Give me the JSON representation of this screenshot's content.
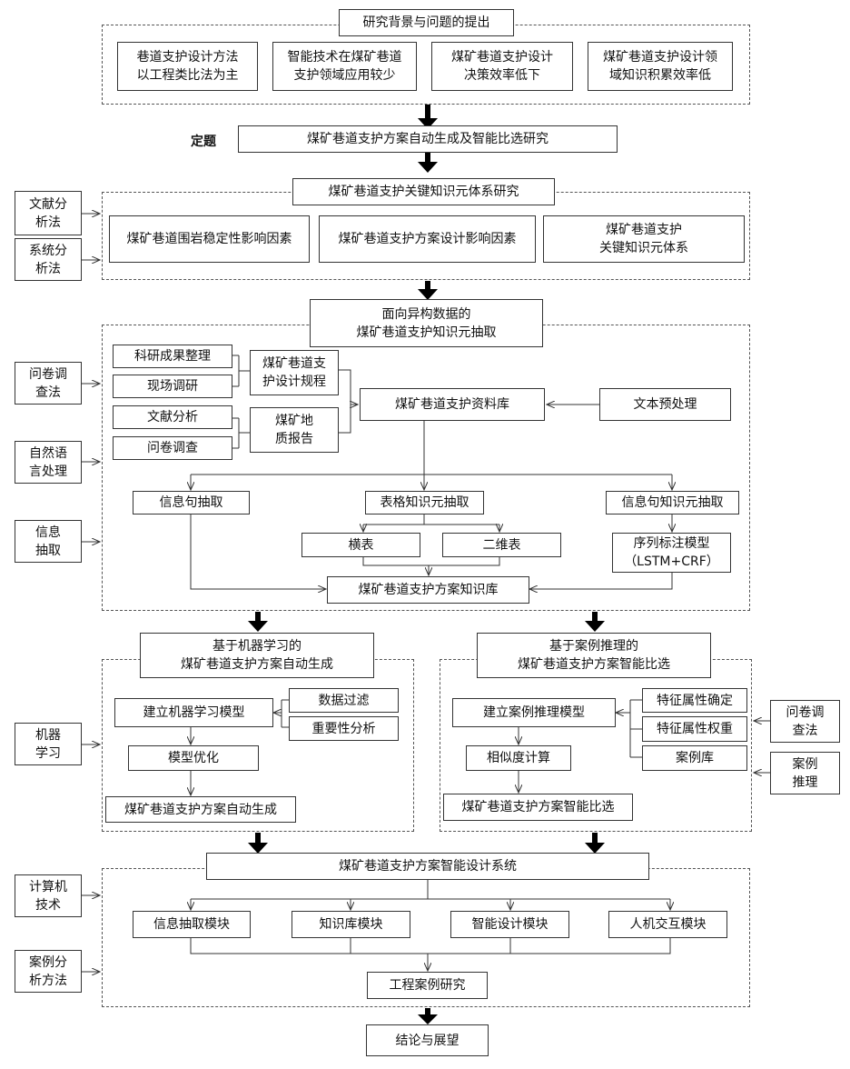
{
  "s1": {
    "title": "研究背景与问题的提出",
    "items": [
      "巷道支护设计方法\n以工程类比法为主",
      "智能技术在煤矿巷道\n支护领域应用较少",
      "煤矿巷道支护设计\n决策效率低下",
      "煤矿巷道支护设计领\n域知识积累效率低"
    ]
  },
  "topic": {
    "label": "定题",
    "title": "煤矿巷道支护方案自动生成及智能比选研究"
  },
  "s2": {
    "title": "煤矿巷道支护关键知识元体系研究",
    "items": [
      "煤矿巷道围岩稳定性影响因素",
      "煤矿巷道支护方案设计影响因素",
      "煤矿巷道支护\n关键知识元体系"
    ],
    "methods": [
      "文献分\n析法",
      "系统分\n析法"
    ]
  },
  "s3": {
    "title": "面向异构数据的\n煤矿巷道支护知识元抽取",
    "sources": [
      "科研成果整理",
      "现场调研",
      "文献分析",
      "问卷调查"
    ],
    "docs": [
      "煤矿巷道支\n护设计规程",
      "煤矿地\n质报告"
    ],
    "database": "煤矿巷道支护资料库",
    "preprocess": "文本预处理",
    "ex1": "信息句抽取",
    "ex2": "表格知识元抽取",
    "ex3": "信息句知识元抽取",
    "t1": "横表",
    "t2": "二维表",
    "seq": "序列标注模型\n（LSTM+CRF）",
    "kb": "煤矿巷道支护方案知识库",
    "methods": [
      "问卷调\n查法",
      "自然语\n言处理",
      "信息\n抽取"
    ]
  },
  "s4": {
    "title": "基于机器学习的\n煤矿巷道支护方案自动生成",
    "model": "建立机器学习模型",
    "filter": "数据过滤",
    "importance": "重要性分析",
    "opt": "模型优化",
    "out": "煤矿巷道支护方案自动生成",
    "method": "机器\n学习"
  },
  "s5": {
    "title": "基于案例推理的\n煤矿巷道支护方案智能比选",
    "model": "建立案例推理模型",
    "f1": "特征属性确定",
    "f2": "特征属性权重",
    "f3": "案例库",
    "sim": "相似度计算",
    "out": "煤矿巷道支护方案智能比选",
    "methods": [
      "问卷调\n查法",
      "案例\n推理"
    ]
  },
  "s6": {
    "title": "煤矿巷道支护方案智能设计系统",
    "modules": [
      "信息抽取模块",
      "知识库模块",
      "智能设计模块",
      "人机交互模块"
    ],
    "case": "工程案例研究",
    "methods": [
      "计算机\n技术",
      "案例分\n析方法"
    ]
  },
  "conclusion": "结论与展望"
}
